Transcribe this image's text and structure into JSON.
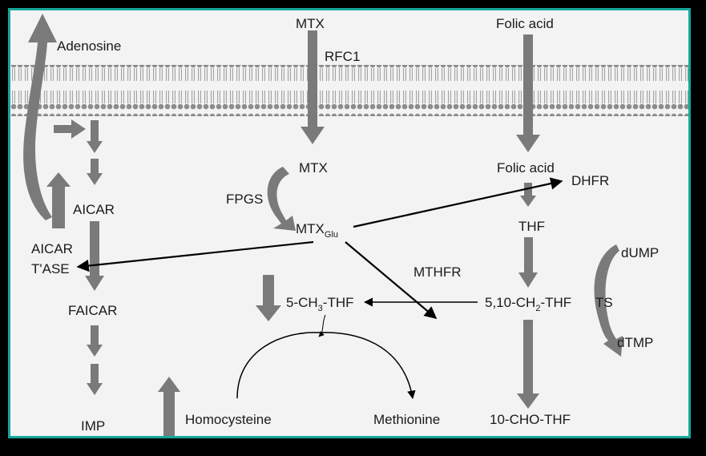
{
  "colors": {
    "frame_border": "#16a79a",
    "background": "#f3f3f3",
    "thick_arrow": "#7a7a7a",
    "thin_arrow": "#000000",
    "membrane": "#8c8c8c"
  },
  "labels": {
    "adenosine": "Adenosine",
    "mtx_top": "MTX",
    "rfc1": "RFC1",
    "folic_acid_top": "Folic acid",
    "mtx_inner": "MTX",
    "folic_acid_inner": "Folic acid",
    "dhfr": "DHFR",
    "fpgs": "FPGS",
    "mtx_glu_main": "MTX",
    "mtx_glu_sub": "Glu",
    "aicar": "AICAR",
    "aicar_tase_line1": "AICAR",
    "aicar_tase_line2": "T'ASE",
    "thf": "THF",
    "dump": "dUMP",
    "mthfr": "MTHFR",
    "faicar": "FAICAR",
    "ch3_thf_a": "5-CH",
    "ch3_thf_sub": "3",
    "ch3_thf_b": "-THF",
    "ch2_thf_a": "5,10-CH",
    "ch2_thf_sub": "2",
    "ch2_thf_b": "-THF",
    "ts": "TS",
    "dtmp": "dTMP",
    "imp": "IMP",
    "homocysteine": "Homocysteine",
    "methionine": "Methionine",
    "cho_thf": "10-CHO-THF"
  }
}
